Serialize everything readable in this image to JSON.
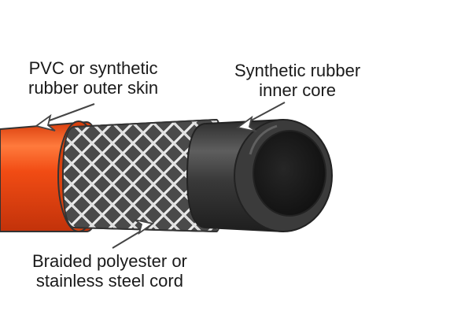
{
  "labels": {
    "outer_skin": {
      "line1": "PVC or synthetic",
      "line2": "rubber outer skin"
    },
    "inner_core": {
      "line1": "Synthetic rubber",
      "line2": "inner core"
    },
    "braid": {
      "line1": "Braided polyester or",
      "line2": "stainless steel cord"
    }
  },
  "colors": {
    "outer_skin": "#f04a12",
    "outer_skin_highlight": "#ff8a52",
    "outer_skin_shadow": "#c4320a",
    "inner_core": "#3a3a3a",
    "inner_core_highlight": "#6e6e6e",
    "braid": "#f2f2f2",
    "arrow": "#444444",
    "text": "#1a1a1a"
  }
}
